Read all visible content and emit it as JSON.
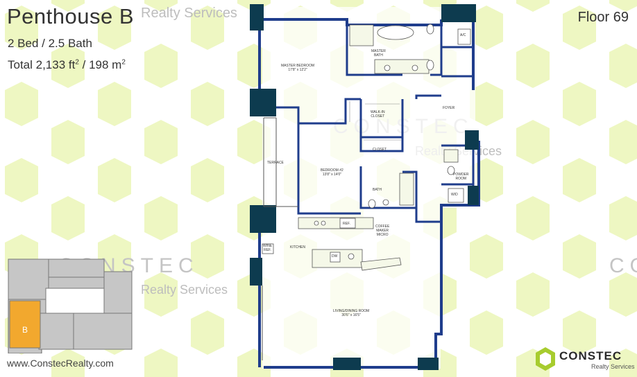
{
  "header": {
    "title": "Penthouse B",
    "beds_baths": "2 Bed / 2.5 Bath",
    "total_prefix": "Total 2,133 ft",
    "total_mid": " / 198 m",
    "sup": "2"
  },
  "floor": "Floor 69",
  "watermark": {
    "brand": "CONSTEC",
    "tagline": "Realty Services"
  },
  "website": "www.ConstecRealty.com",
  "logo": {
    "name": "CONSTEC",
    "sub": "Realty Services"
  },
  "keyplan": {
    "unit_label": "B"
  },
  "rooms": {
    "master_bedroom": "MASTER BEDROOM",
    "master_bedroom_dims": "17'8\" x 12'2\"",
    "master_bath": "MASTER",
    "master_bath_2": "BATH",
    "ac": "A/C",
    "walk_in": "WALK-IN",
    "walk_in_2": "CLOSET",
    "foyer": "FOYER",
    "closet": "CLOSET",
    "terrace": "TERRACE",
    "bedroom2": "BEDROOM #2",
    "bedroom2_dims": "13'8\" x 14'0\"",
    "powder": "POWDER",
    "powder_2": "ROOM",
    "bath": "BATH",
    "wd": "W/D",
    "ref": "REF.",
    "coffee": "COFFEE",
    "coffee_2": "MAKER",
    "coffee_3": "MICRO",
    "wine": "WINE",
    "wine_2": "REF.",
    "kitchen": "KITCHEN",
    "dw": "DW",
    "living": "LIVING/DINING ROOM",
    "living_dims": "30'6\" x 16'5\""
  },
  "colors": {
    "accent_green": "#eef7c2",
    "wall_blue": "#1f3d8c",
    "column_teal": "#0d3b4f",
    "keyplan_orange": "#f2a82e",
    "keyplan_gray": "#c6c6c6",
    "logo_green": "#a7cc2e"
  }
}
